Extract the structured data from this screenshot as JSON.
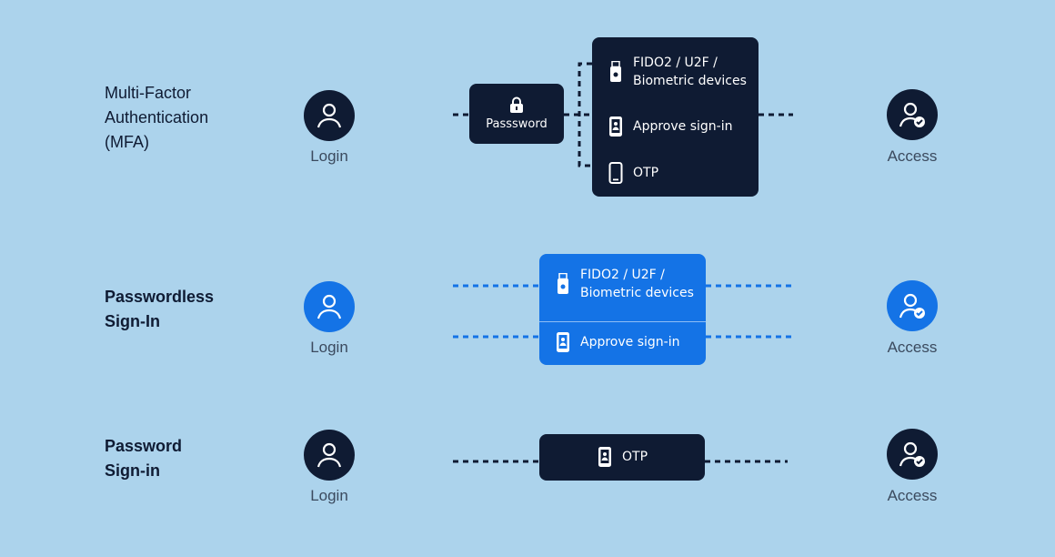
{
  "colors": {
    "background": "#acd3ec",
    "dark": "#0f1b33",
    "blue": "#1473e6"
  },
  "rows": {
    "mfa": {
      "title": "Multi-Factor\nAuthentication\n(MFA)",
      "login_label": "Login",
      "access_label": "Access",
      "password_label": "Passsword",
      "password_icon": "lock-icon",
      "methods": [
        {
          "label": "FIDO2 / U2F /\nBiometric devices",
          "icon": "usb-key-icon"
        },
        {
          "label": "Approve sign-in",
          "icon": "phone-badge-icon"
        },
        {
          "label": "OTP",
          "icon": "phone-icon"
        }
      ]
    },
    "passwordless": {
      "title": "Passwordless\nSign-In",
      "login_label": "Login",
      "access_label": "Access",
      "methods": [
        {
          "label": "FIDO2 / U2F /\nBiometric devices",
          "icon": "usb-key-icon"
        },
        {
          "label": "Approve sign-in",
          "icon": "phone-badge-icon"
        }
      ]
    },
    "password": {
      "title": "Password\nSign-in",
      "login_label": "Login",
      "access_label": "Access",
      "methods": [
        {
          "label": "OTP",
          "icon": "phone-badge-icon"
        }
      ]
    }
  }
}
